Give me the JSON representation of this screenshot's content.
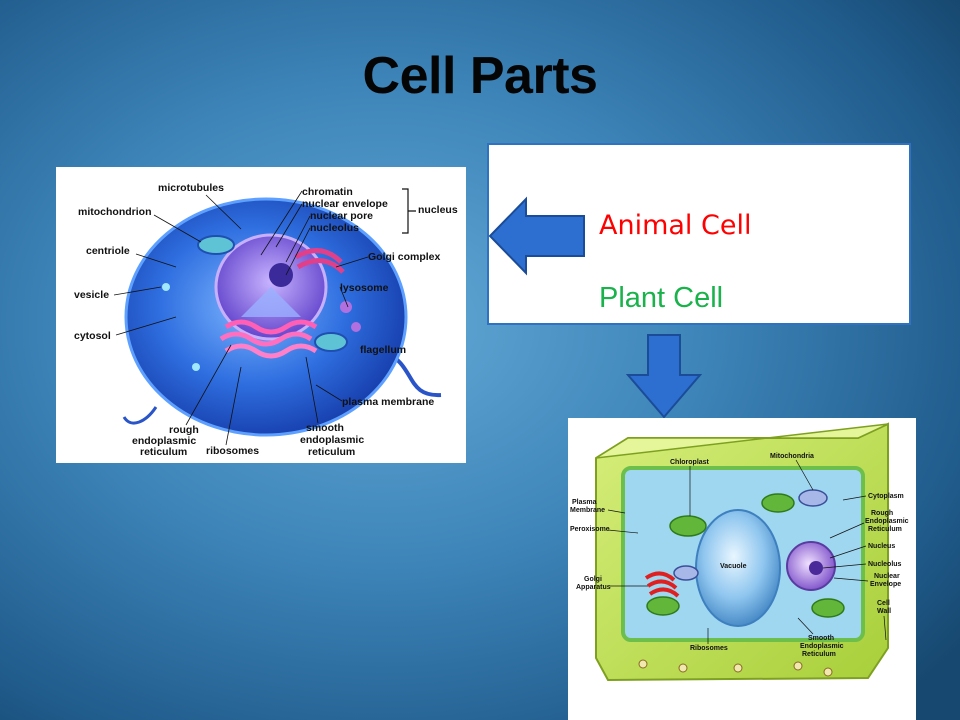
{
  "slide": {
    "title": "Cell Parts"
  },
  "choices": {
    "animal_label": "Animal Cell",
    "plant_label": "Plant Cell",
    "animal_color": "#ff0000",
    "plant_color": "#19b24b"
  },
  "animal_diagram": {
    "labels": {
      "microtubules": "microtubules",
      "mitochondrion": "mitochondrion",
      "centriole": "centriole",
      "vesicle": "vesicle",
      "cytosol": "cytosol",
      "rough1": "rough",
      "rough2": "endoplasmic",
      "rough3": "reticulum",
      "ribosomes": "ribosomes",
      "chromatin": "chromatin",
      "nuclear_envelope": "nuclear envelope",
      "nuclear_pore": "nuclear pore",
      "nucleolus": "nucleolus",
      "nucleus": "nucleus",
      "golgi": "Golgi complex",
      "lysosome": "lysosome",
      "flagellum": "flagellum",
      "plasma_membrane": "plasma membrane",
      "smooth1": "smooth",
      "smooth2": "endoplasmic",
      "smooth3": "reticulum"
    }
  },
  "plant_diagram": {
    "labels": {
      "chloroplast": "Chloroplast",
      "mitochondria": "Mitochondria",
      "cytoplasm": "Cytoplasm",
      "rough1": "Rough",
      "rough2": "Endoplasmic",
      "rough3": "Reticulum",
      "nucleus": "Nucleus",
      "nucleolus": "Nucleolus",
      "nuclear1": "Nuclear",
      "nuclear2": "Envelope",
      "cellwall1": "Cell",
      "cellwall2": "Wall",
      "plasma1": "Plasma",
      "plasma2": "Membrane",
      "peroxisome": "Peroxisome",
      "golgi1": "Golgi",
      "golgi2": "Apparatus",
      "vacuole": "Vacuole",
      "ribosomes": "Ribosomes",
      "smooth1": "Smooth",
      "smooth2": "Endoplasmic",
      "smooth3": "Reticulum"
    }
  }
}
